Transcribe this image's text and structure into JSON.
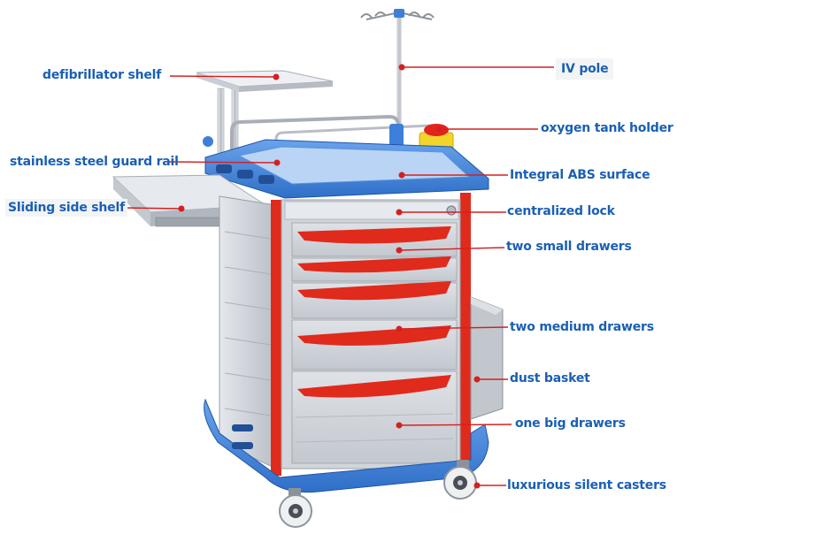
{
  "colors": {
    "label_text": "#1a5fb4",
    "leader_line": "#d42020",
    "frame_blue": "#3d7fd9",
    "drawer_red": "#e02a1c",
    "panel_gray": "#cfd3d8"
  },
  "labels": {
    "defibrillator_shelf": "defibrillator shelf",
    "iv_pole": "IV pole",
    "oxygen_tank_holder": "oxygen tank holder",
    "guard_rail": "stainless steel guard rail",
    "abs_surface": "Integral ABS surface",
    "side_shelf": "Sliding side shelf",
    "centralized_lock": "centralized lock",
    "small_drawers": "two small drawers",
    "medium_drawers": "two medium drawers",
    "dust_basket": "dust basket",
    "big_drawers": "one big drawers",
    "casters": "luxurious silent casters"
  }
}
